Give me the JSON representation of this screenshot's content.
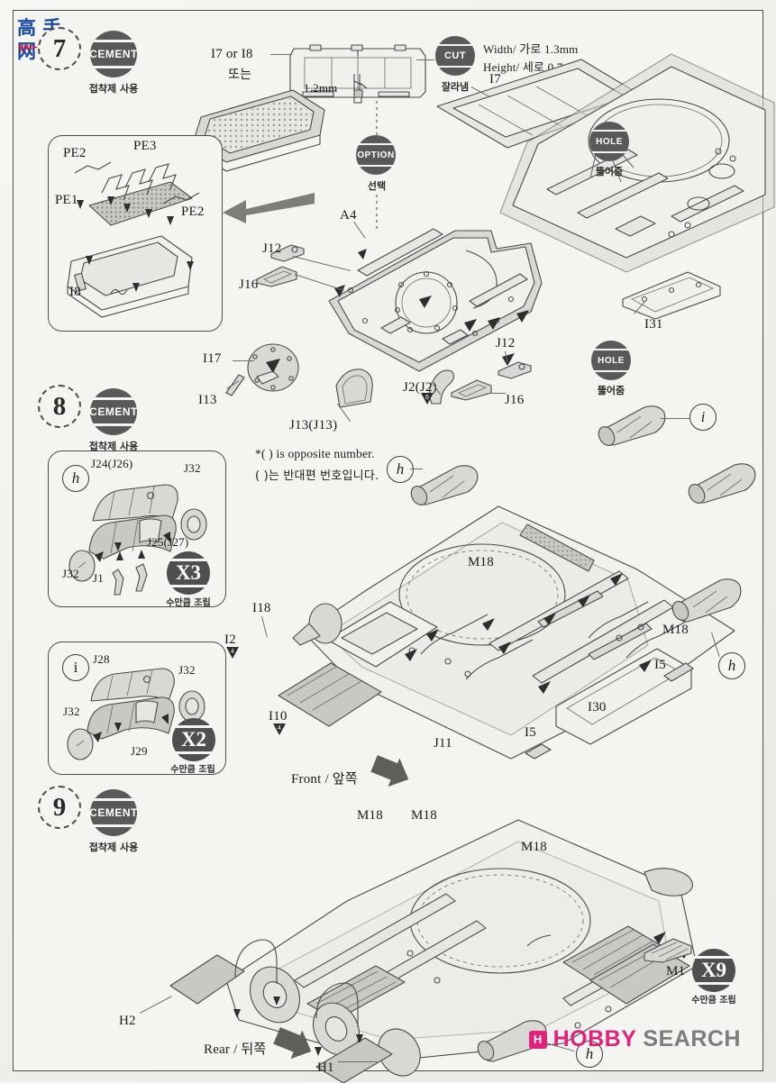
{
  "document": {
    "kind": "model-kit-assembly-instructions",
    "page_background": "#f4f4f1"
  },
  "watermarks": {
    "left_logo": {
      "cjk": "高 手 网",
      "domain": "gao-shou.com"
    },
    "bottom_right": {
      "brand1": "HOBBY",
      "brand2": "SEARCH",
      "mark": "H"
    }
  },
  "steps": [
    {
      "number": "7",
      "cement_badge": {
        "label": "CEMENT",
        "caption": "접착제 사용"
      }
    },
    {
      "number": "8",
      "cement_badge": {
        "label": "CEMENT",
        "caption": "접착제 사용"
      }
    },
    {
      "number": "9",
      "cement_badge": {
        "label": "CEMENT",
        "caption": "접착제 사용"
      }
    }
  ],
  "badges": {
    "cut": {
      "label": "CUT",
      "caption": "잘라냄"
    },
    "option": {
      "label": "OPTION",
      "caption": "선택"
    },
    "hole": {
      "label": "HOLE",
      "caption": "뚫어줌"
    }
  },
  "cut_dimensions": {
    "width_line": "Width/ 가로 1.3mm",
    "height_line": "Height/ 세로 0.7mm",
    "thickness": "1.2mm"
  },
  "note": {
    "line_en": "*(   ) is opposite number.",
    "line_kr": "(   )는 반대편 번호입니다."
  },
  "direction_labels": {
    "front": "Front / 앞쪽",
    "rear": "Rear / 뒤쪽"
  },
  "step7": {
    "or_label": {
      "parts": "I7 or I8",
      "kr": "또는"
    },
    "pe_box_labels": [
      "PE2",
      "PE3",
      "PE1",
      "PE2",
      "I8"
    ],
    "part_labels": [
      "I7",
      "A4",
      "J12",
      "J16",
      "J12",
      "J16",
      "I31",
      "I17",
      "I13",
      "J13(J13)",
      "J2(J2)"
    ]
  },
  "step8": {
    "sub_h": {
      "id": "h",
      "parts": [
        "J24(J26)",
        "J32",
        "J32",
        "J25(J27)",
        "J1"
      ],
      "qty": "X3",
      "qty_caption": "수만큼 조립"
    },
    "sub_i": {
      "id": "i",
      "parts": [
        "J28",
        "J32",
        "J32",
        "J29"
      ],
      "qty": "X2",
      "qty_caption": "수만큼 조립"
    },
    "part_labels": [
      "M18",
      "M18",
      "I18",
      "I2",
      "I10",
      "J11",
      "I5",
      "I5",
      "I30"
    ],
    "callouts": [
      "h",
      "h",
      "i",
      "h"
    ]
  },
  "step9": {
    "part_labels": [
      "M18",
      "M18",
      "M18",
      "M1",
      "H1",
      "H2"
    ],
    "qty": "X9",
    "qty_caption": "수만큼 조립",
    "callouts": [
      "h"
    ]
  }
}
